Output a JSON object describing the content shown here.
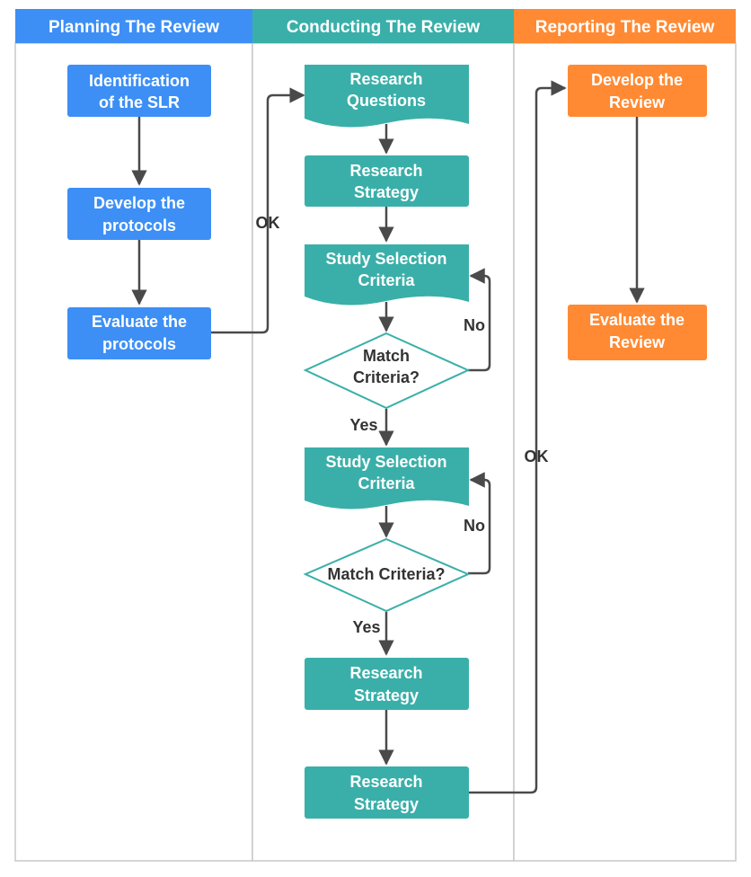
{
  "colors": {
    "planning": "#3d8ff5",
    "conducting": "#3aafa9",
    "reporting": "#ff8a33",
    "lane_border": "#c8c8c8",
    "diamond_border": "#3aafa9",
    "edge": "#4a4a4a",
    "text_dark": "#333333"
  },
  "lanes": [
    {
      "title": "Planning The Review"
    },
    {
      "title": "Conducting The Review"
    },
    {
      "title": "Reporting The Review"
    }
  ],
  "planning": {
    "identification": [
      "Identification",
      "of the SLR"
    ],
    "develop": [
      "Develop the",
      "protocols"
    ],
    "evaluate": [
      "Evaluate the",
      "protocols"
    ]
  },
  "conducting": {
    "research_questions": [
      "Research",
      "Questions"
    ],
    "research_strategy_1": [
      "Research",
      "Strategy"
    ],
    "study_selection_1": [
      "Study Selection",
      "Criteria"
    ],
    "match_criteria_1": [
      "Match",
      "Criteria?"
    ],
    "study_selection_2": [
      "Study Selection",
      "Criteria"
    ],
    "match_criteria_2": [
      "Match Criteria?"
    ],
    "research_strategy_2": [
      "Research",
      "Strategy"
    ],
    "research_strategy_3": [
      "Research",
      "Strategy"
    ]
  },
  "reporting": {
    "develop": [
      "Develop the",
      "Review"
    ],
    "evaluate": [
      "Evaluate the",
      "Review"
    ]
  },
  "edge_labels": {
    "ok_to_conducting": "OK",
    "ok_to_reporting": "OK",
    "no_1": "No",
    "yes_1": "Yes",
    "no_2": "No",
    "yes_2": "Yes"
  }
}
